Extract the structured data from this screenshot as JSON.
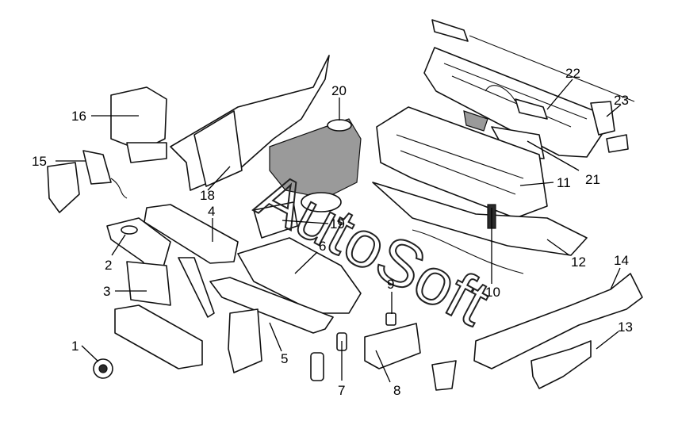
{
  "watermark": {
    "text": "AutoSoft"
  },
  "callouts": [
    {
      "id": "1",
      "label": "1"
    },
    {
      "id": "2",
      "label": "2"
    },
    {
      "id": "3",
      "label": "3"
    },
    {
      "id": "4",
      "label": "4"
    },
    {
      "id": "5",
      "label": "5"
    },
    {
      "id": "6",
      "label": "6"
    },
    {
      "id": "7",
      "label": "7"
    },
    {
      "id": "8",
      "label": "8"
    },
    {
      "id": "9",
      "label": "9"
    },
    {
      "id": "10",
      "label": "10"
    },
    {
      "id": "11",
      "label": "11"
    },
    {
      "id": "12",
      "label": "12"
    },
    {
      "id": "13",
      "label": "13"
    },
    {
      "id": "14",
      "label": "14"
    },
    {
      "id": "15",
      "label": "15"
    },
    {
      "id": "16",
      "label": "16"
    },
    {
      "id": "18",
      "label": "18"
    },
    {
      "id": "19",
      "label": "19"
    },
    {
      "id": "20",
      "label": "20"
    },
    {
      "id": "21",
      "label": "21"
    },
    {
      "id": "22",
      "label": "22"
    },
    {
      "id": "23",
      "label": "23"
    }
  ],
  "colors": {
    "line": "#111111",
    "background": "#ffffff"
  }
}
